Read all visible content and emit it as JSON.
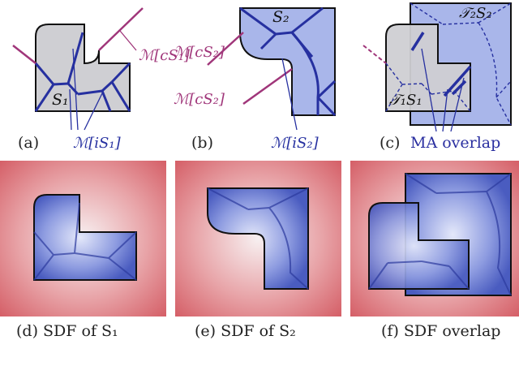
{
  "colors": {
    "ma_interior": "#2630a0",
    "ma_exterior": "#a0367a",
    "shape_gray": "#cfcfd3",
    "shape_blue": "#a9b6ea",
    "sdf_red": "#d56068",
    "sdf_blue": "#5466c4",
    "outline": "#111111"
  },
  "panels": {
    "a": {
      "caption": "(a)",
      "shape_label": "S₁",
      "ext_label": "ℳ[cS₁]",
      "int_label": "ℳ[iS₁]"
    },
    "b": {
      "caption": "(b)",
      "shape_label": "S₂",
      "ext_label": "ℳ[cS₂]",
      "int_label": "ℳ[iS₂]"
    },
    "c": {
      "caption": "(c)",
      "caption_extra": "MA overlap",
      "shape1_label": "𝒯₁S₁",
      "shape2_label": "𝒯₂S₂"
    },
    "d": {
      "caption": "(d) SDF of S₁"
    },
    "e": {
      "caption": "(e) SDF of S₂"
    },
    "f": {
      "caption": "(f) SDF overlap"
    }
  }
}
